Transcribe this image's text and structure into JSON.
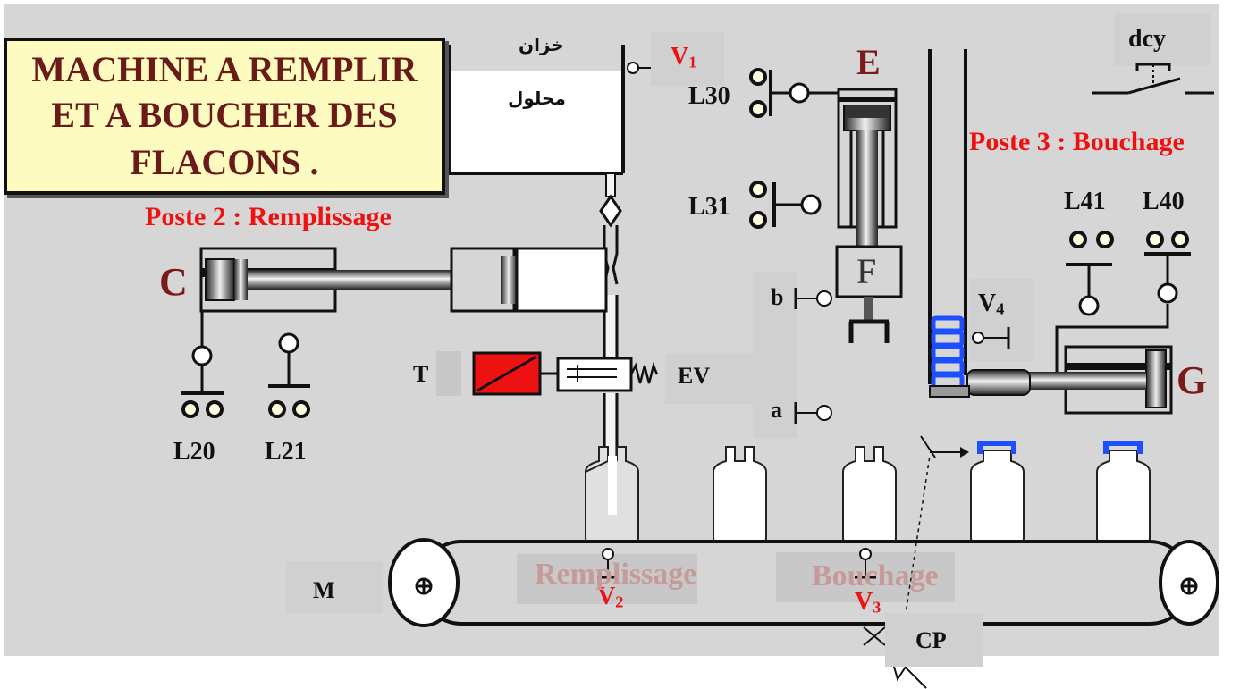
{
  "title": {
    "line1": "MACHINE A REMPLIR",
    "line2": "ET A BOUCHER DES",
    "line3": "FLACONS ."
  },
  "tank": {
    "label_top": "خزان",
    "label_bottom": "محلول"
  },
  "posts": {
    "filling": "Poste 2 : Remplissage",
    "capping": "Poste 3 : Bouchage"
  },
  "actuators": {
    "cylinder_c": "C",
    "cylinder_e": "E",
    "cylinder_g": "G",
    "gripper_f": "F",
    "valve_t": "T",
    "valve_ev": "EV",
    "motor_m": "M"
  },
  "sensors": {
    "v1": "V",
    "v1_sub": "1",
    "v2": "V",
    "v2_sub": "2",
    "v3": "V",
    "v3_sub": "3",
    "v4": "V",
    "v4_sub": "4",
    "l20": "L20",
    "l21": "L21",
    "l30": "L30",
    "l31": "L31",
    "l40": "L40",
    "l41": "L41",
    "a": "a",
    "b": "b",
    "cp": "CP",
    "dcy": "dcy"
  },
  "conveyor": {
    "zone1": "Remplissage",
    "zone2": "Bouchage"
  },
  "colors": {
    "background": "#d6d6d6",
    "title_bg": "#fdfbbf",
    "title_text": "#6b1a1a",
    "post_label": "#ee1111",
    "solenoid": "#ee1111",
    "cap": "#1e4fff"
  }
}
